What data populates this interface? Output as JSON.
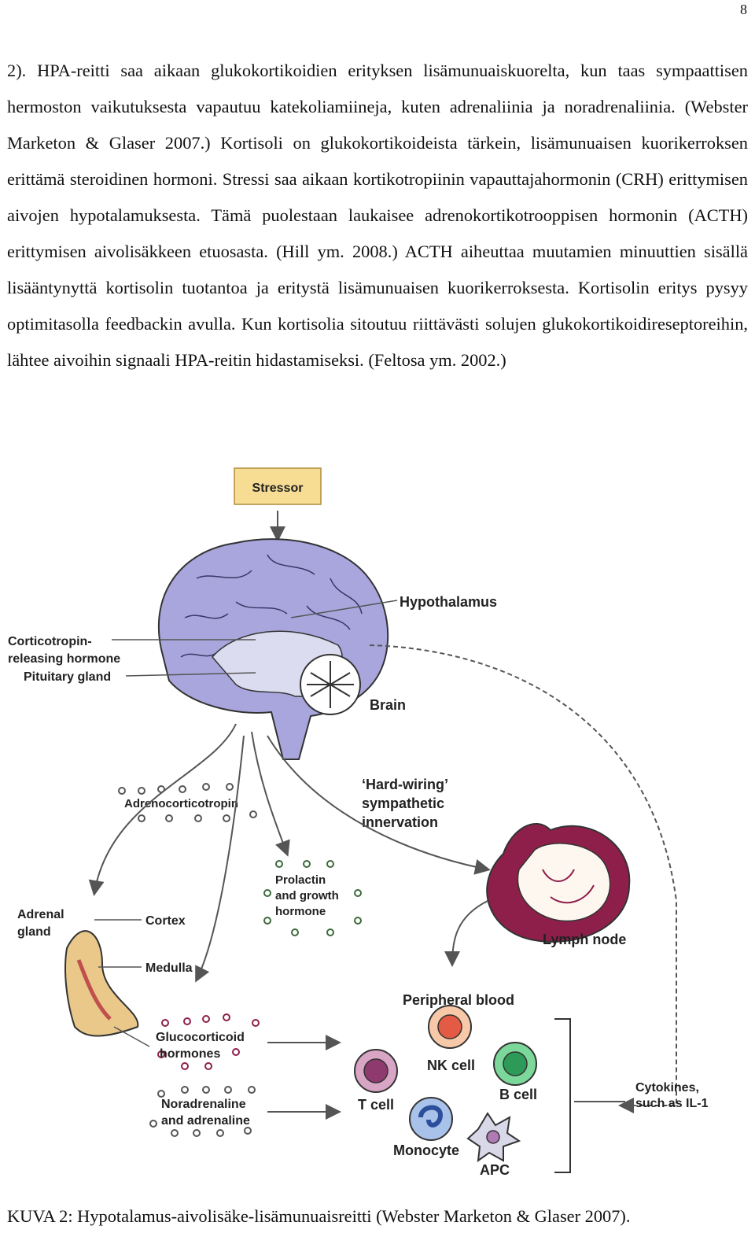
{
  "page_number": "8",
  "body_text": "2). HPA-reitti saa aikaan glukokortikoidien erityksen lisämunuaiskuorelta, kun taas sympaattisen hermoston vaikutuksesta vapautuu katekoliamiineja, kuten adrenaliinia ja noradrenaliinia. (Webster Marketon & Glaser 2007.) Kortisoli on glukokortikoideista tärkein, lisämunuaisen kuorikerroksen erittämä steroidinen hormoni. Stressi saa aikaan kortikotropiinin vapauttajahormonin (CRH) erittymisen aivojen hypotalamuksesta. Tämä puolestaan laukaisee adrenokortikotrooppisen hormonin (ACTH) erittymisen aivolisäkkeen etuosasta. (Hill ym. 2008.) ACTH aiheuttaa muutamien minuuttien sisällä lisääntynyttä kortisolin tuotantoa ja eritystä lisämunuaisen kuorikerroksesta. Kortisolin eritys pysyy optimitasolla feedbackin avulla. Kun kortisolia sitoutuu riittävästi solujen glukokortikoidireseptoreihin, lähtee aivoihin signaali HPA-reitin hidastamiseksi. (Feltosa ym. 2002.)",
  "figure": {
    "stressor": "Stressor",
    "hypothalamus": "Hypothalamus",
    "crh_line1": "Corticotropin-",
    "crh_line2": "releasing hormone",
    "pituitary": "Pituitary gland",
    "brain": "Brain",
    "acth": "Adrenocorticotropin",
    "hardwiring_line1": "‘Hard-wiring’",
    "hardwiring_line2": "sympathetic",
    "hardwiring_line3": "innervation",
    "prolactin_line1": "Prolactin",
    "prolactin_line2": "and growth",
    "prolactin_line3": "hormone",
    "adrenal_line1": "Adrenal",
    "adrenal_line2": "gland",
    "cortex": "Cortex",
    "medulla": "Medulla",
    "lymph_node": "Lymph node",
    "peripheral_blood": "Peripheral blood",
    "gluco_line1": "Glucocorticoid",
    "gluco_line2": "hormones",
    "nk_cell": "NK cell",
    "b_cell": "B cell",
    "t_cell": "T cell",
    "nor_line1": "Noradrenaline",
    "nor_line2": "and adrenaline",
    "monocyte": "Monocyte",
    "apc": "APC",
    "cytokines_line1": "Cytokines,",
    "cytokines_line2": "such as IL-1"
  },
  "caption": "KUVA 2: Hypotalamus-aivolisäke-lisämunuaisreitti (Webster Marketon & Glaser 2007).",
  "colors": {
    "brain": "#a9a6dd",
    "stressor_box": "#f7dd94",
    "lymph": "#8e1f4a",
    "adrenal": "#e9c88a"
  }
}
